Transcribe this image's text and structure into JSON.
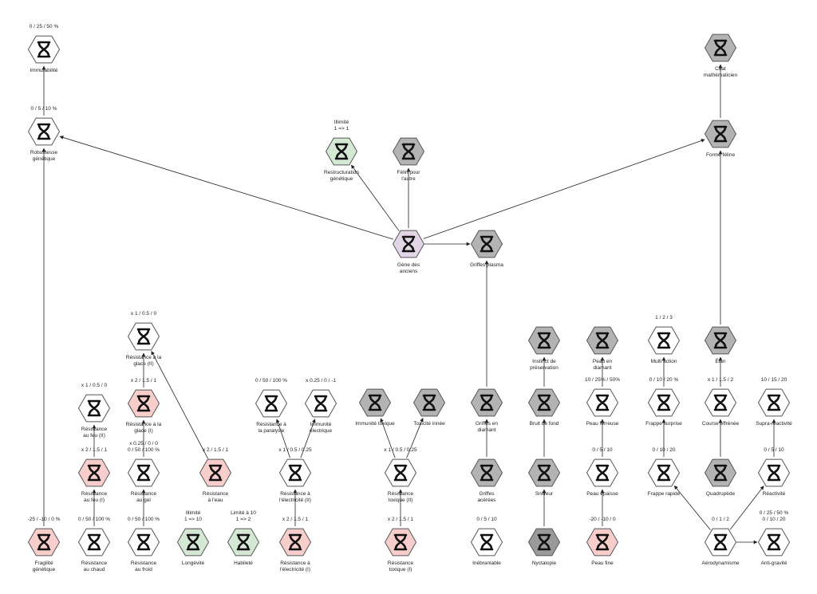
{
  "nodes": {
    "immutabilite": {
      "label": "Immutabilité",
      "cost": "0 / 25 / 50 %",
      "status": "available"
    },
    "robustesse": {
      "label": "Robustesse\ngénétique",
      "cost": "0 / 5 / 10 %",
      "status": "available"
    },
    "fragilite": {
      "label": "Fragilité\ngénétique",
      "cost": "-25 / -10 / 0 %",
      "status": "negative"
    },
    "restructuration": {
      "label": "Restructuration\ngénétique",
      "cost": "Illimité\n1 => 1",
      "status": "unlimited"
    },
    "felin_autre": {
      "label": "Félin pour\nl'autre",
      "cost": "",
      "status": "locked"
    },
    "gene_anciens": {
      "label": "Gène des\nanciens",
      "cost": "",
      "status": "root"
    },
    "griffes_plasma": {
      "label": "Griffes plasma",
      "cost": "",
      "status": "locked"
    },
    "chat_math": {
      "label": "Chat\nmathématicien",
      "cost": "",
      "status": "locked"
    },
    "forme_feline": {
      "label": "Forme féline",
      "cost": "",
      "status": "locked"
    },
    "res_glace2": {
      "label": "Résistance à la\nglace (II)",
      "cost": "x 1 / 0.5 / 0",
      "status": "available"
    },
    "res_feu2": {
      "label": "Résistance\nau feu (II)",
      "cost": "x 1 / 0.5 / 0",
      "status": "available"
    },
    "res_glace1": {
      "label": "Résistance à la\nglace (I)",
      "cost": "x 2 / 1.5 / 1",
      "status": "negative"
    },
    "res_feu1": {
      "label": "Résistance\nau feu (I)",
      "cost": "x 2 / 1.5 / 1",
      "status": "negative"
    },
    "res_gel": {
      "label": "Résistance\nau gel",
      "cost": "x 0.25 / 0 / 0\n0 / 50 / 100 %",
      "status": "available"
    },
    "res_eau": {
      "label": "Résistance\nà l'eau",
      "cost": "x 2 / 1.5 / 1",
      "status": "negative"
    },
    "res_chaud": {
      "label": "Résistance\nau chaud",
      "cost": "0 / 50 / 100 %",
      "status": "available"
    },
    "res_froid": {
      "label": "Résistance\nau froid",
      "cost": "0 / 50 / 100 %",
      "status": "available"
    },
    "longevite": {
      "label": "Longévité",
      "cost": "Illimité\n1 => 10",
      "status": "unlimited"
    },
    "habilete": {
      "label": "Habileté",
      "cost": "Limité à 10\n1 => 2",
      "status": "unlimited"
    },
    "res_paralysie": {
      "label": "Résistance à\nla paralysie",
      "cost": "0 / 50 / 100 %",
      "status": "available"
    },
    "immunite_elec": {
      "label": "Immunité\nélectrique",
      "cost": "x 0.25 / 0 / -1",
      "status": "available"
    },
    "res_elec2": {
      "label": "Résistance à\nl'électricité (II)",
      "cost": "x 1 / 0.5 / 0.25",
      "status": "available"
    },
    "res_elec1": {
      "label": "Résistance à\nl'électricité (I)",
      "cost": "x 2 / 1.5 / 1",
      "status": "negative"
    },
    "immunite_tox": {
      "label": "Immunité toxique",
      "cost": "",
      "status": "locked"
    },
    "toxicite_innee": {
      "label": "Toxicité innée",
      "cost": "",
      "status": "locked"
    },
    "res_tox2": {
      "label": "Résistance\ntoxique (II)",
      "cost": "x 1 / 0.5 / 0.25",
      "status": "available"
    },
    "res_tox1": {
      "label": "Résistance\ntoxique (I)",
      "cost": "x 2 / 1.5 / 1",
      "status": "negative"
    },
    "griffes_diamant": {
      "label": "Griffes en\ndiamant",
      "cost": "",
      "status": "locked"
    },
    "griffes_acerees": {
      "label": "Griffes\nacérées",
      "cost": "",
      "status": "locked"
    },
    "inebranlable": {
      "label": "Inébranlable",
      "cost": "0 / 5 / 10",
      "status": "available"
    },
    "instinct": {
      "label": "Instinct de\npréservation",
      "cost": "",
      "status": "locked"
    },
    "bruit_fond": {
      "label": "Bruit de fond",
      "cost": "",
      "status": "locked"
    },
    "sniffeur": {
      "label": "Sniffeur",
      "cost": "",
      "status": "locked"
    },
    "nyctalopie": {
      "label": "Nyctalopie",
      "cost": "",
      "status": "locked2"
    },
    "peau_diamant": {
      "label": "Peau en\ndiamant",
      "cost": "",
      "status": "locked"
    },
    "peau_ferreuse": {
      "label": "Peau ferreuse",
      "cost": "10 / 25% / 50%",
      "status": "available"
    },
    "peau_epaisse": {
      "label": "Peau épaisse",
      "cost": "0 / 5 / 10",
      "status": "available"
    },
    "peau_fine": {
      "label": "Peau fine",
      "cost": "-20 / -10 / 0",
      "status": "negative"
    },
    "multi_action": {
      "label": "Multi action",
      "cost": "1 / 2 / 3",
      "status": "available"
    },
    "frappe_surprise": {
      "label": "Frappe surprise",
      "cost": "0 / 10 / 20 %",
      "status": "available"
    },
    "frappe_rapide": {
      "label": "Frappe rapide",
      "cost": "0 / 10 / 20",
      "status": "available"
    },
    "elan": {
      "label": "Élan",
      "cost": "",
      "status": "locked"
    },
    "course": {
      "label": "Course effrénée",
      "cost": "x 1 / 1.5 / 2",
      "status": "available"
    },
    "quadrupede": {
      "label": "Quadrupède",
      "cost": "",
      "status": "locked"
    },
    "supra": {
      "label": "Supra-réactivité",
      "cost": "10 / 15 / 20",
      "status": "available"
    },
    "reactivite": {
      "label": "Réactivité",
      "cost": "0 / 5 / 10",
      "status": "available"
    },
    "aerodynamisme": {
      "label": "Aérodynamisme",
      "cost": "0 / 1 / 2",
      "status": "available"
    },
    "anti_gravite": {
      "label": "Anti-gravité",
      "cost": "0 / 25 / 50 %\n0 / 10 / 20",
      "status": "available"
    }
  },
  "colors": {
    "available": "#ffffff",
    "locked": "#b3b3b3",
    "locked2": "#9a9a9a",
    "negative": "#f8cecc",
    "unlimited": "#d5e8d4",
    "root": "#e1d5e7",
    "stroke": "#555555",
    "edge": "#222222"
  },
  "icon": "dna-helix-icon"
}
